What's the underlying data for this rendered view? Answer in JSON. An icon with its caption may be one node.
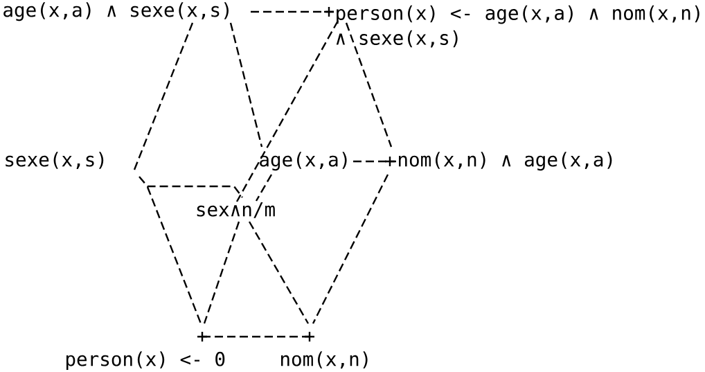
{
  "diagram": {
    "nodes": [
      {
        "text": [
          "age(x,a) ∧ sexe(x,s)"
        ]
      },
      {
        "text": [
          "person(x) <- age(x,a) ∧ nom(x,n) ∧ sexe(x,s)"
        ]
      },
      {
        "text": [
          "sexe(x,s)"
        ]
      },
      {
        "text": [
          "age(x,a)"
        ]
      },
      {
        "text": [
          "nom(x,n) ∧ age(x,a)"
        ]
      },
      {
        "text": [
          "sex∧n/m"
        ]
      },
      {
        "text": [
          "person(x) <- 0"
        ]
      },
      {
        "text": [
          "nom(x,n)"
        ]
      }
    ],
    "edges": [
      {
        "from": 0,
        "to": 1,
        "arrow": "none",
        "style": "dashed"
      },
      {
        "from": 0,
        "to": 2,
        "arrow": "none",
        "style": "dashed"
      },
      {
        "from": 0,
        "to": 3,
        "arrow": "none",
        "style": "dashed"
      },
      {
        "from": 1,
        "to": 5,
        "arrow": "none",
        "style": "dashed"
      },
      {
        "from": 1,
        "to": 4,
        "arrow": "none",
        "style": "dashed"
      },
      {
        "from": 3,
        "to": 4,
        "arrow": "none",
        "style": "dashed"
      },
      {
        "from": 2,
        "to": 5,
        "arrow": "none",
        "style": "dashed"
      },
      {
        "from": 2,
        "to": 6,
        "arrow": "none",
        "style": "dashed"
      },
      {
        "from": 3,
        "to": 5,
        "arrow": "none",
        "style": "dashed"
      },
      {
        "from": 5,
        "to": 6,
        "arrow": "none",
        "style": "dashed"
      },
      {
        "from": 5,
        "to": 7,
        "arrow": "none",
        "style": "dashed"
      },
      {
        "from": 4,
        "to": 7,
        "arrow": "none",
        "style": "dashed"
      },
      {
        "from": 6,
        "to": 7,
        "arrow": "none",
        "style": "dashed"
      }
    ]
  }
}
